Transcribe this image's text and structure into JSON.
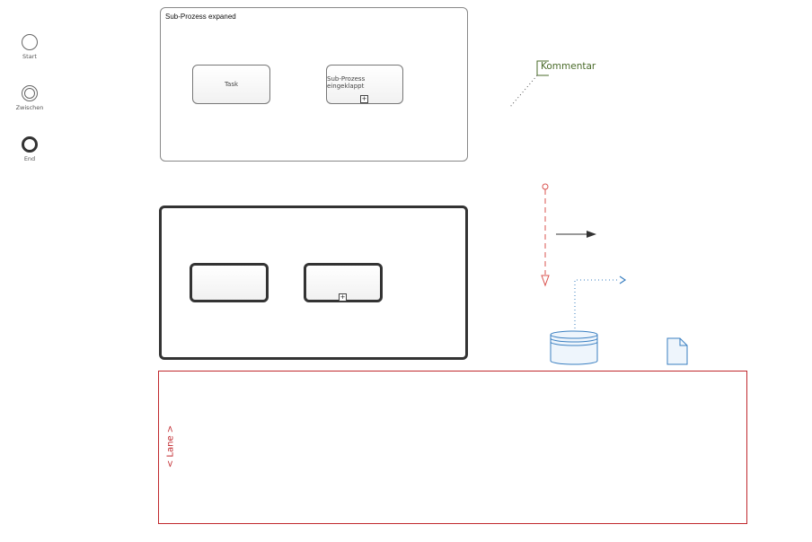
{
  "events": {
    "start_label": "Start",
    "intermediate_label": "Zwischen",
    "end_label": "End"
  },
  "subprocess_expanded": {
    "title": "Sub-Prozess expaned",
    "task_label": "Task",
    "collapsed_label": "Sub-Prozess eingeklappt",
    "plus_glyph": "+"
  },
  "subprocess_unlabeled": {
    "plus_glyph": "+"
  },
  "annotation": {
    "text": "Kommentar",
    "color": "#4a6b2a"
  },
  "lane": {
    "label": "< Lane >",
    "color": "#c0282d"
  },
  "colors": {
    "message_flow": "#d9534f",
    "association": "#3a7fc1",
    "sequence_flow": "#333333",
    "data_shapes": "#3a7fc1"
  }
}
